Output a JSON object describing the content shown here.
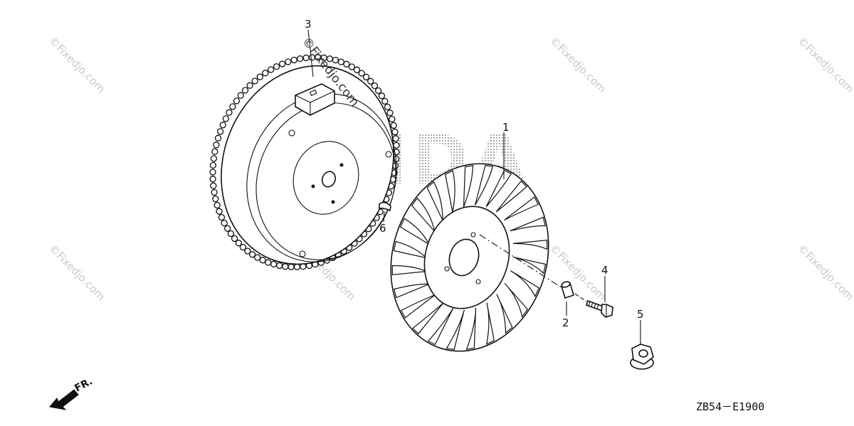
{
  "diagram": {
    "brand_watermark": "HONDA",
    "site_watermark": "©Fixedjo.com",
    "direction_label": "FR.",
    "diagram_code": "ZB54－E1900",
    "callouts": [
      {
        "number": "1",
        "part": "fan"
      },
      {
        "number": "2",
        "part": "collar"
      },
      {
        "number": "3",
        "part": "flywheel"
      },
      {
        "number": "4",
        "part": "flange-bolt"
      },
      {
        "number": "5",
        "part": "flange-nut"
      },
      {
        "number": "6",
        "part": "woodruff-key"
      }
    ]
  }
}
